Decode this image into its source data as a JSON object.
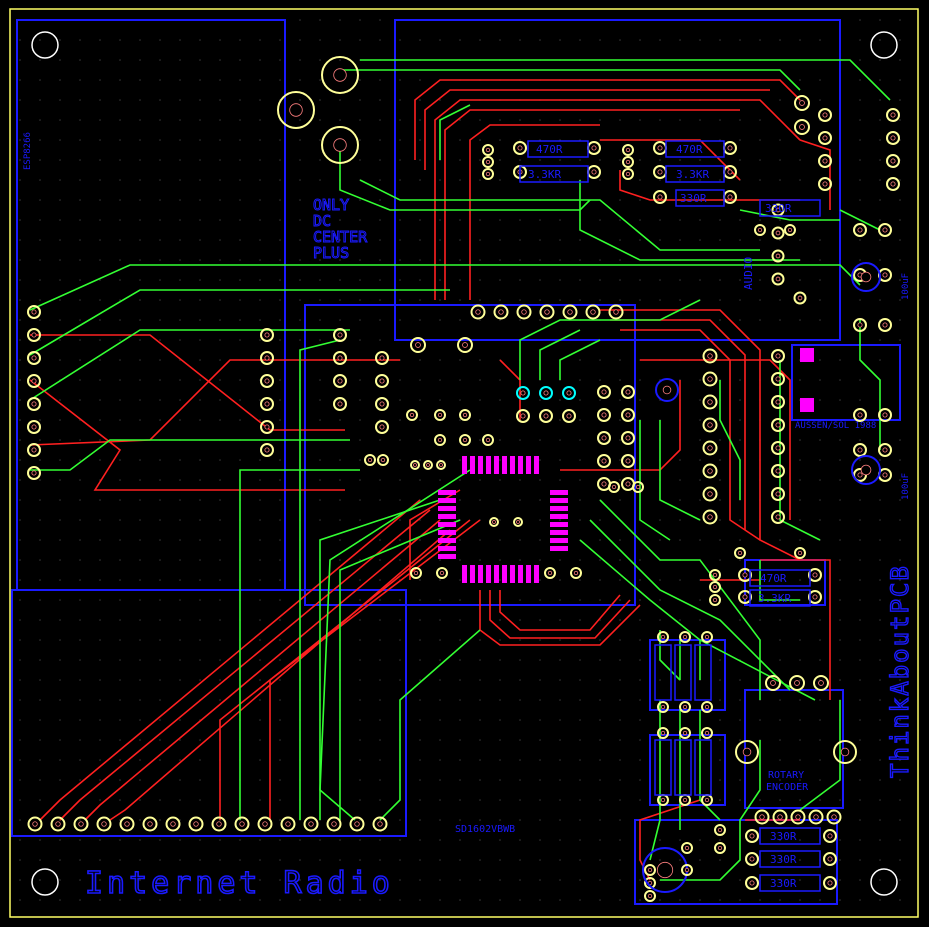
{
  "colors": {
    "background": "#000000",
    "outline": "#ffff66",
    "silk_blue": "#1a1aff",
    "trace_red": "#ff2020",
    "trace_green": "#33ff33",
    "pad_yellow": "#ffff99",
    "pad_magenta": "#ff00ff",
    "pad_cyan": "#00ffff"
  },
  "labels": {
    "board_title": "Internet Radio",
    "brand": "ThinkAboutPCB",
    "power_line1": "ONLY",
    "power_line2": "DC",
    "power_line3": "CENTER",
    "power_line4": "PLUS",
    "sd_module": "SD1602VBWB",
    "rotary_line1": "ROTARY",
    "rotary_line2": "ENCODER",
    "r_470": "470R",
    "r_33k": "3.3KR",
    "r_330": "330R",
    "r_33k_b": "3.3KR",
    "r_470_b": "470R",
    "audio": "AUDIO",
    "cap_100uf": "100uF",
    "cap_100uf_b": "100uF",
    "capacitor_ceramic": "AUSSEN/SOL 1988",
    "esp_label": "ESP8266"
  }
}
